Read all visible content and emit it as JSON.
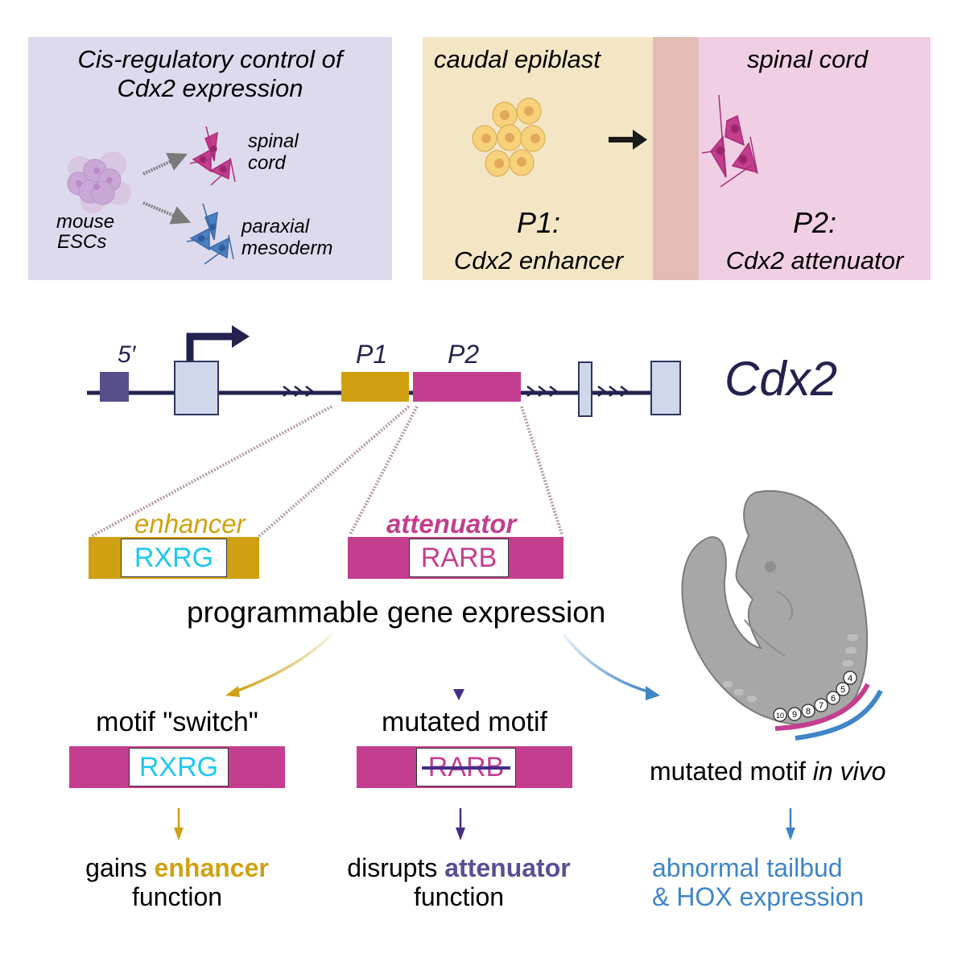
{
  "colors": {
    "enhancer": "#cfa112",
    "attenuator": "#c43e8f",
    "dna_line": "#23224f",
    "exon_fill": "#cfd7ea",
    "upstream_5prime": "#574f8a",
    "rxrg_text": "#1ec8f0",
    "rarb_text": "#c43e8f",
    "strike": "#452d86",
    "invivo_blue": "#3f85c8",
    "attenuator_word": "#5b4d96"
  },
  "panel_a": {
    "title_line1": "Cis-regulatory control of",
    "title_line2": "Cdx2 expression",
    "source_line1": "mouse",
    "source_line2": "ESCs",
    "target1_line1": "spinal",
    "target1_line2": "cord",
    "target2_line1": "paraxial",
    "target2_line2": "mesoderm"
  },
  "panel_b": {
    "title": "caudal epiblast",
    "label_line1": "P1:",
    "label_line2": "Cdx2 enhancer"
  },
  "panel_c": {
    "title": "spinal cord",
    "label_line1": "P2:",
    "label_line2": "Cdx2 attenuator"
  },
  "gene_map": {
    "upstream_label": "5′",
    "p1_label": "P1",
    "p2_label": "P2",
    "intron_marks": ">>>",
    "gene_name": "Cdx2"
  },
  "elements": {
    "enhancer_label": "enhancer",
    "enhancer_motif": "RXRG",
    "attenuator_label": "attenuator",
    "attenuator_motif": "RARB",
    "caption": "programmable gene expression"
  },
  "outcomes": {
    "switch": {
      "title": "motif \"switch\"",
      "motif": "RXRG",
      "result_pre": "gains ",
      "result_key": "enhancer",
      "result_post": "function"
    },
    "mutated": {
      "title": "mutated motif",
      "motif": "RARB",
      "result_pre": "disrupts ",
      "result_key": "attenuator",
      "result_post": "function"
    },
    "in_vivo": {
      "title_pre": "mutated motif ",
      "title_italic": "in vivo",
      "result_line1": "abnormal tailbud",
      "result_line2": "& HOX expression",
      "somite_numbers": [
        "10",
        "9",
        "8",
        "7",
        "6",
        "5",
        "4"
      ]
    }
  }
}
